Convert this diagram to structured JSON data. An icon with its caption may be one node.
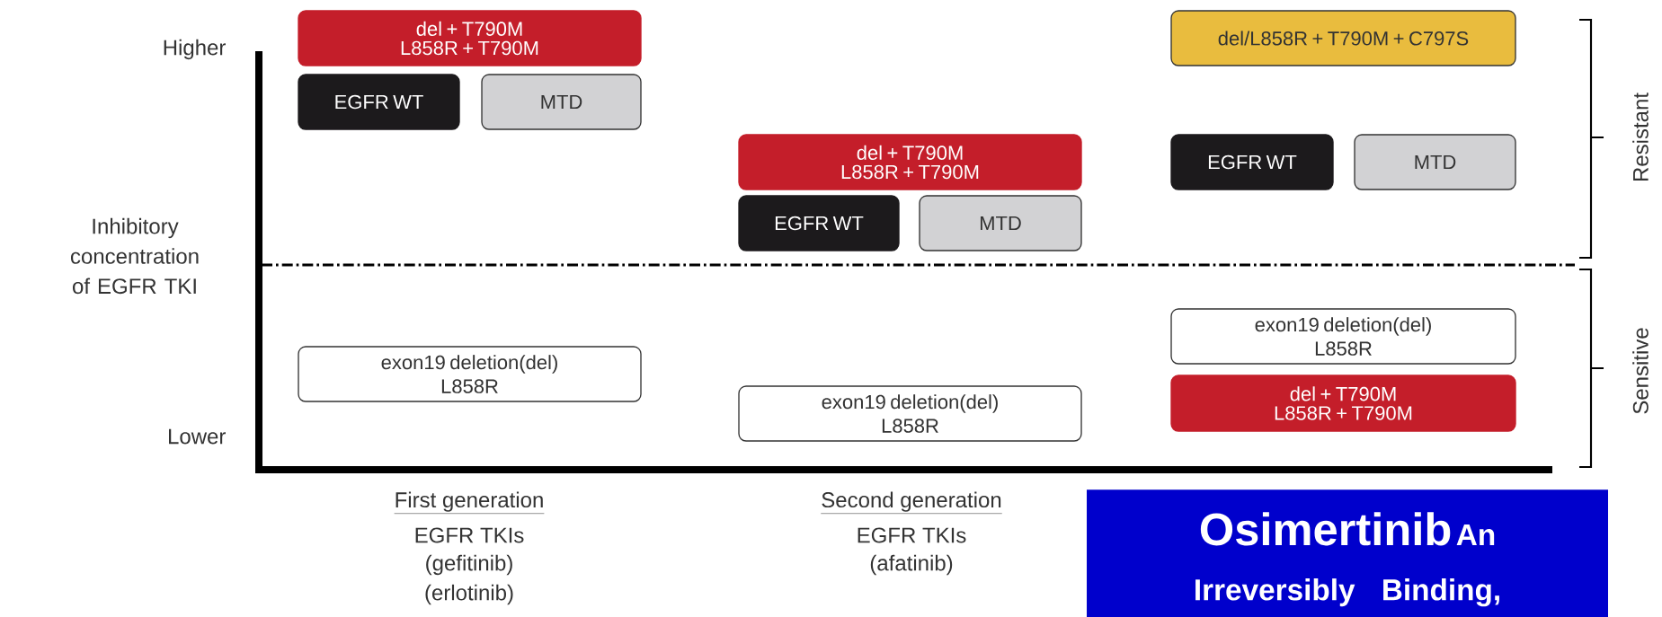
{
  "diagram": {
    "nodes": [
      {
        "text": [
          "del + T790M",
          "L858R + T790M"
        ]
      },
      {
        "text": [
          "EGFR WT"
        ]
      },
      {
        "text": [
          "MTD"
        ]
      },
      {
        "text": [
          "exon19 deletion(del)",
          "L858R"
        ]
      },
      {
        "text": [
          "del + T790M",
          "L858R + T790M"
        ]
      },
      {
        "text": [
          "EGFR WT"
        ]
      },
      {
        "text": [
          "MTD"
        ]
      },
      {
        "text": [
          "exon19 deletion(del)",
          "L858R"
        ]
      },
      {
        "text": [
          "del/L858R + T790M + C797S"
        ]
      },
      {
        "text": [
          "EGFR WT"
        ]
      },
      {
        "text": [
          "MTD"
        ]
      },
      {
        "text": [
          "exon19 deletion(del)",
          "L858R"
        ]
      },
      {
        "text": [
          "del + T790M",
          "L858R + T790M"
        ]
      },
      {
        "text": [
          "Osimertinib",
          "An Irreversibly Binding,"
        ]
      }
    ],
    "labels": [
      "Higher",
      "Inhibitory concentration of EGFR TKI",
      "Lower",
      "Resistant",
      "Sensitive",
      "First generation",
      "EGFR TKIs",
      "(gefitinib)",
      "(erlotinib)",
      "Second generation",
      "EGFR TKIs",
      "(afatinib)"
    ]
  }
}
